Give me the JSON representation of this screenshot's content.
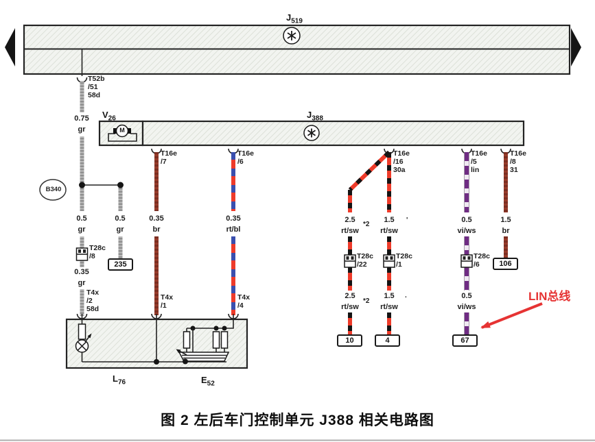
{
  "caption": "图 2 左后车门控制单元 J388 相关电路图",
  "callout": {
    "text": "LIN总线"
  },
  "components": {
    "j519": {
      "prefix": "J",
      "num": "519"
    },
    "j388": {
      "prefix": "J",
      "num": "388"
    },
    "v26": {
      "prefix": "V",
      "num": "26"
    },
    "b340": "B340",
    "l76": {
      "prefix": "L",
      "num": "76"
    },
    "e52": {
      "prefix": "E",
      "num": "52"
    },
    "motor": "M"
  },
  "terminals": {
    "t235": "235",
    "t106": "106",
    "t10": "10",
    "t4": "4",
    "t67": "67"
  },
  "pins": {
    "t52b": {
      "name": "T52b",
      "pin": "/51",
      "term": "58d"
    },
    "t16e_7": {
      "name": "T16e",
      "pin": "/7"
    },
    "t16e_6": {
      "name": "T16e",
      "pin": "/6"
    },
    "t16e_16": {
      "name": "T16e",
      "pin": "/16",
      "term": "30a"
    },
    "t16e_5": {
      "name": "T16e",
      "pin": "/5",
      "term": "lin"
    },
    "t16e_8": {
      "name": "T16e",
      "pin": "/8",
      "term": "31"
    },
    "t28c_8": {
      "name": "T28c",
      "pin": "/8"
    },
    "t28c_22": {
      "name": "T28c",
      "pin": "/22"
    },
    "t28c_1": {
      "name": "T28c",
      "pin": "/1"
    },
    "t28c_6": {
      "name": "T28c",
      "pin": "/6"
    },
    "t4x_2": {
      "name": "T4x",
      "pin": "/2",
      "term": "58d"
    },
    "t4x_1": {
      "name": "T4x",
      "pin": "/1"
    },
    "t4x_4": {
      "name": "T4x",
      "pin": "/4"
    }
  },
  "gauges": {
    "top_drop": {
      "size": "0.75",
      "code": "gr"
    },
    "left_a": {
      "size": "0.5",
      "code": "gr"
    },
    "left_b": {
      "size": "0.5",
      "code": "gr"
    },
    "left_c": {
      "size": "0.35",
      "code": "gr"
    },
    "br_small": {
      "size": "0.35",
      "code": "br"
    },
    "rtbl": {
      "size": "0.35",
      "code": "rt/bl"
    },
    "rtsw25_a": {
      "size": "2.5",
      "code": "rt/sw"
    },
    "rtsw25_b": {
      "size": "2.5",
      "code": "rt/sw"
    },
    "rtsw15_a": {
      "size": "1.5",
      "code": "rt/sw"
    },
    "rtsw15_b": {
      "size": "1.5",
      "code": "rt/sw"
    },
    "viws_a": {
      "size": "0.5",
      "code": "vi/ws"
    },
    "viws_b": {
      "size": "0.5",
      "code": "vi/ws"
    },
    "br15": {
      "size": "1.5",
      "code": "br"
    }
  },
  "footnotes": {
    "a": "*2",
    "b": "*2",
    "c": "'",
    "d": "."
  },
  "colors": {
    "red": "#ee3b2a",
    "black": "#141414",
    "brown": "#983c2b",
    "blue": "#3a4fae",
    "violet": "#6f2c83",
    "white": "#efe9f1",
    "gray": "#909090",
    "callout": "#e63333"
  }
}
